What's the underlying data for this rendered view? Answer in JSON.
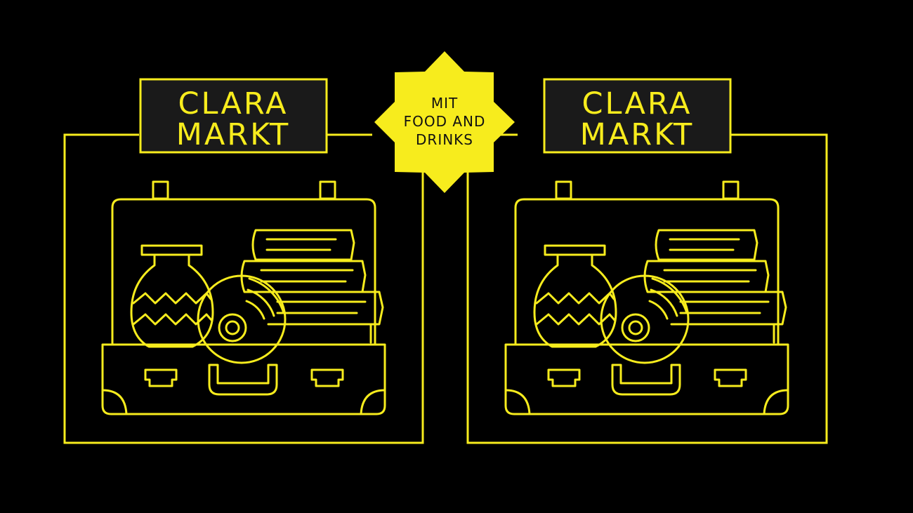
{
  "colors": {
    "accent": "#f7ec1d",
    "background": "#000000",
    "label_box": "#1a1a1a"
  },
  "panels": [
    {
      "brand_line1": "CLARA",
      "brand_line2": "MARKT",
      "illustration": "open-suitcase-icon"
    },
    {
      "brand_line1": "CLARA",
      "brand_line2": "MARKT",
      "illustration": "open-suitcase-icon"
    }
  ],
  "badge": {
    "line1": "MIT",
    "line2": "FOOD AND",
    "line3": "DRINKS",
    "shape": "eight-point-star-icon"
  }
}
